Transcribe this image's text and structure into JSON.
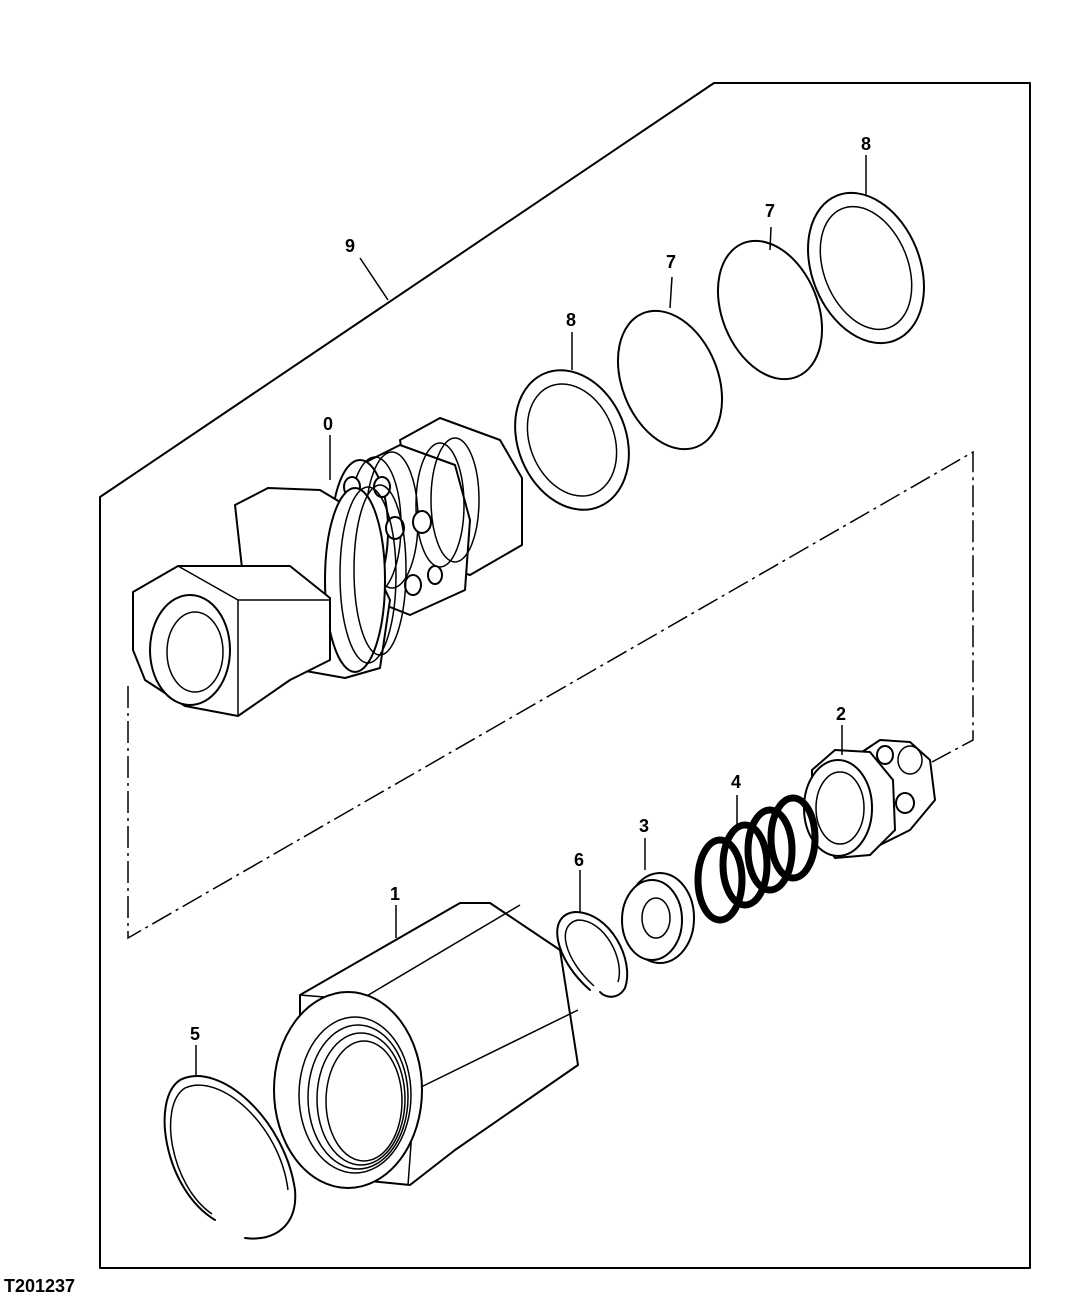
{
  "figure_id": "T201237",
  "callouts": {
    "c9": "9",
    "c8a": "8",
    "c8b": "8",
    "c7a": "7",
    "c7b": "7",
    "c0": "0",
    "c2": "2",
    "c4": "4",
    "c3": "3",
    "c6": "6",
    "c1": "1",
    "c5": "5"
  }
}
